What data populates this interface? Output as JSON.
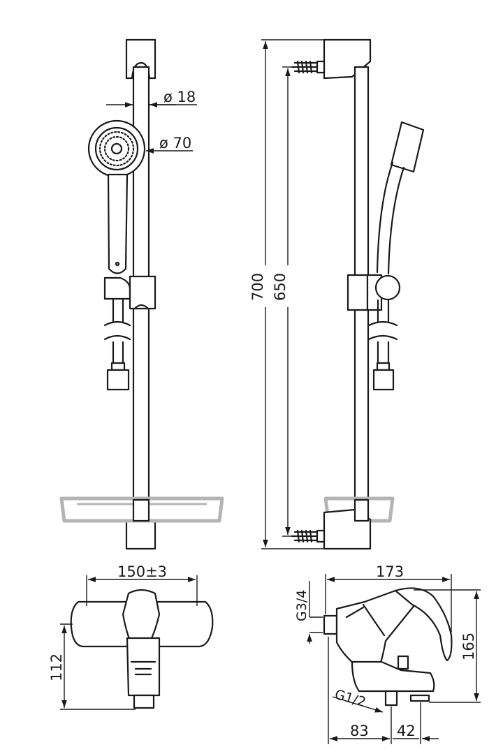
{
  "dimensions": {
    "bar_diameter": "ø 18",
    "head_diameter": "ø 70",
    "total_height": "700",
    "fixing_distance": "650",
    "mixer_width": "150±3",
    "mixer_projection": "112",
    "mixer_length": "173",
    "mixer_height": "165",
    "inlet_thread": "G3/4",
    "outlet_thread": "G1/2",
    "spout_offset": "83",
    "outlet_offset": "42"
  },
  "colors": {
    "line": "#1a1a1a",
    "soap_dish": "#b4b4b4"
  }
}
